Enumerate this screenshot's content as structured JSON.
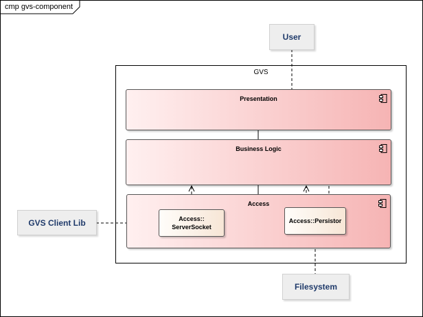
{
  "frame": {
    "title": "cmp gvs-component"
  },
  "actors": {
    "user": "User",
    "client_lib": "GVS Client Lib",
    "filesystem": "Filesystem"
  },
  "system": {
    "label": "GVS"
  },
  "components": {
    "presentation": "Presentation",
    "business_logic": "Business Logic",
    "access": "Access",
    "server_socket": "Access::\nServerSocket",
    "persistor": "Access::Persistor"
  },
  "colors": {
    "component_left": "#fff0f0",
    "component_right": "#f6b4b4",
    "actor_bg": "#eeeeee",
    "actor_text": "#1f3a6a"
  }
}
